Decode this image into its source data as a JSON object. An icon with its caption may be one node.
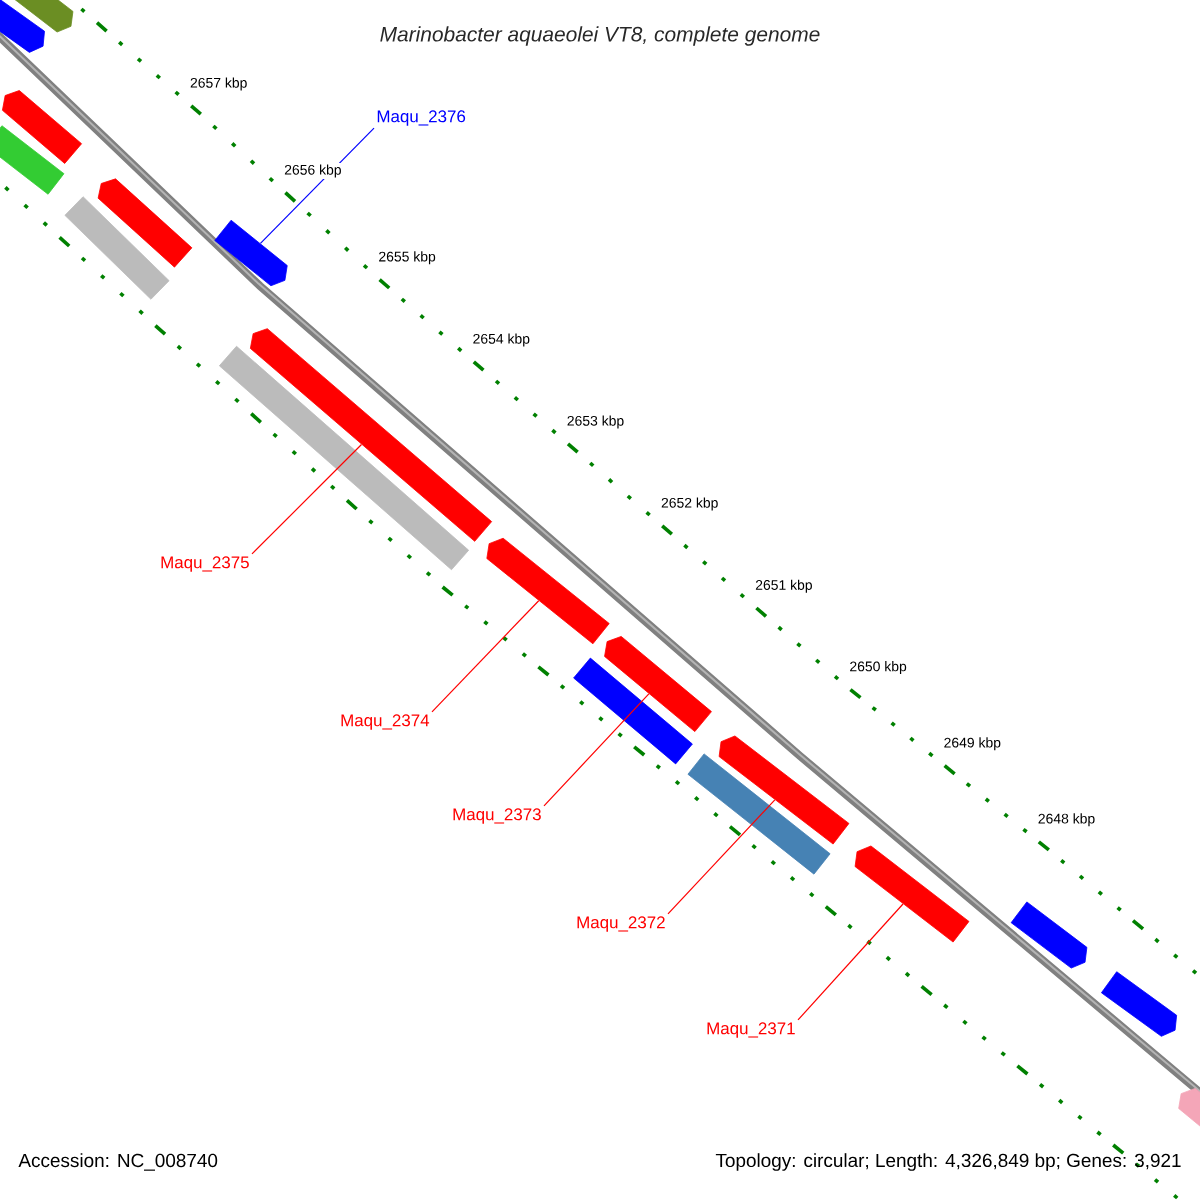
{
  "diagram": {
    "title": "Marinobacter aquaeolei VT8, complete genome",
    "nodes": [
      {
        "text": [
          "Maqu_2376"
        ]
      },
      {
        "text": [
          "Maqu_2375"
        ]
      },
      {
        "text": [
          "Maqu_2374"
        ]
      },
      {
        "text": [
          "Maqu_2373"
        ]
      },
      {
        "text": [
          "Maqu_2372"
        ]
      },
      {
        "text": [
          "Maqu_2371"
        ]
      },
      {
        "text": [],
        "shape": "arrow"
      },
      {
        "text": [],
        "shape": "arrow"
      },
      {
        "text": [],
        "shape": "arrow"
      },
      {
        "text": [],
        "shape": "arrow"
      },
      {
        "text": [],
        "shape": "arrow"
      },
      {
        "text": [],
        "shape": "arrow"
      },
      {
        "text": [],
        "shape": "arrow"
      },
      {
        "text": [],
        "shape": "arrow"
      },
      {
        "text": [],
        "shape": "arrow"
      },
      {
        "text": [],
        "shape": "arrow"
      },
      {
        "text": [],
        "shape": "arrow"
      },
      {
        "text": [],
        "shape": "arrow"
      },
      {
        "text": [],
        "shape": "bar"
      },
      {
        "text": [],
        "shape": "bar"
      },
      {
        "text": [],
        "shape": "bar"
      },
      {
        "text": [],
        "shape": "bar"
      },
      {
        "text": [],
        "shape": "bar"
      },
      {
        "text": [],
        "shape": "arrow"
      }
    ],
    "edges": [
      {
        "from": 0,
        "to": 6,
        "arrow": "none",
        "color": "#0000ff"
      },
      {
        "from": 1,
        "to": 7,
        "arrow": "none"
      },
      {
        "from": 2,
        "to": 8,
        "arrow": "none"
      },
      {
        "from": 3,
        "to": 9,
        "arrow": "none"
      },
      {
        "from": 4,
        "to": 10,
        "arrow": "none"
      },
      {
        "from": 5,
        "to": 11,
        "arrow": "none"
      }
    ],
    "labels": [
      "2657 kbp",
      "2656 kbp",
      "2655 kbp",
      "2654 kbp",
      "2653 kbp",
      "2652 kbp",
      "2651 kbp",
      "2650 kbp",
      "2649 kbp",
      "2648 kbp",
      "Accession: NC_008740",
      "Topology: circular; Length: 4,326,849 bp; Genes: 3,921"
    ]
  }
}
